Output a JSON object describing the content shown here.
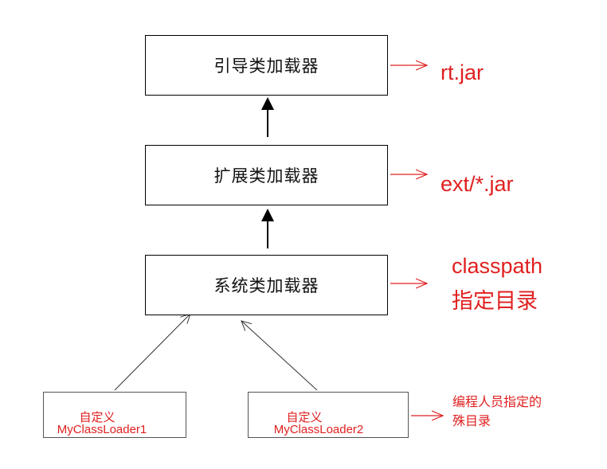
{
  "loaders": {
    "bootstrap": "引导类加载器",
    "extension": "扩展类加载器",
    "system": "系统类加载器"
  },
  "custom_loaders": [
    {
      "line1": "自定义",
      "line2": "MyClassLoader1"
    },
    {
      "line1": "自定义",
      "line2": "MyClassLoader2"
    }
  ],
  "paths": {
    "bootstrap": "rt.jar",
    "extension": "ext/*.jar",
    "system_line1": "classpath",
    "system_line2": "指定目录",
    "custom_line1": "编程人员指定的",
    "custom_line2": "殊目录"
  },
  "colors": {
    "box_border": "#000000",
    "annotation": "#e02020"
  }
}
